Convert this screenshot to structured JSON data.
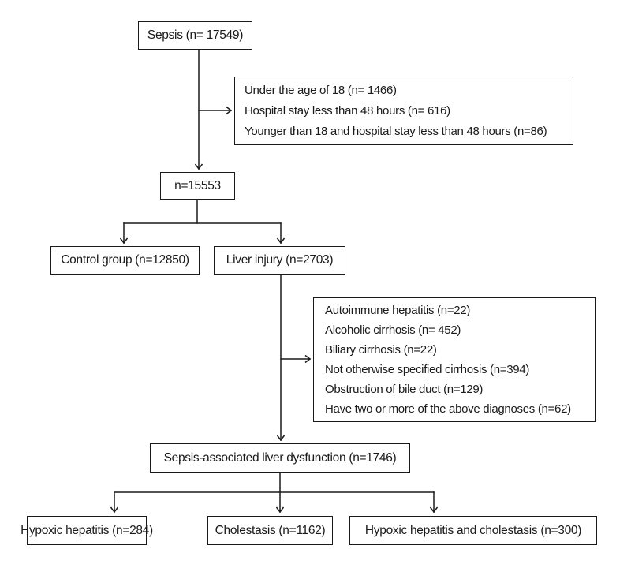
{
  "diagram": {
    "type": "flowchart",
    "background_color": "#ffffff",
    "line_color": "#1a1a1a",
    "nodes": {
      "sepsis": {
        "label": "Sepsis (n= 17549)"
      },
      "exclusions_1": {
        "lines": [
          "Under the age of 18 (n= 1466)",
          "Hospital stay less than 48 hours (n= 616)",
          "Younger than 18 and hospital stay less than 48 hours (n=86)"
        ]
      },
      "eligible": {
        "label": "n=15553"
      },
      "control_group": {
        "label": "Control group (n=12850)"
      },
      "liver_injury": {
        "label": "Liver injury (n=2703)"
      },
      "exclusions_2": {
        "lines": [
          "Autoimmune hepatitis (n=22)",
          "Alcoholic cirrhosis (n= 452)",
          "Biliary cirrhosis (n=22)",
          "Not otherwise specified cirrhosis (n=394)",
          "Obstruction of bile duct (n=129)",
          "Have two or more of the above diagnoses (n=62)"
        ]
      },
      "sepsis_associated_liver_dysfunction": {
        "label": "Sepsis-associated liver dysfunction (n=1746)"
      },
      "hypoxic_hepatitis": {
        "label": "Hypoxic hepatitis (n=284)"
      },
      "cholestasis": {
        "label": "Cholestasis (n=1162)"
      },
      "hypoxic_hepatitis_and_cholestasis": {
        "label": "Hypoxic hepatitis and cholestasis (n=300)"
      }
    }
  }
}
